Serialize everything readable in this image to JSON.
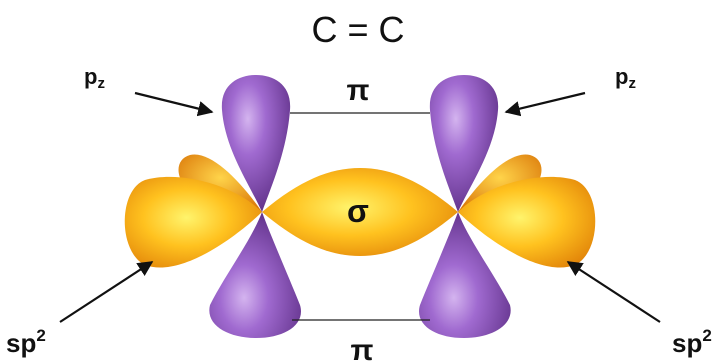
{
  "diagram": {
    "title": "C = C",
    "pi_top": "π",
    "pi_bottom": "π",
    "sigma": "σ",
    "pz_left": "p",
    "pz_left_sub": "z",
    "pz_right": "p",
    "pz_right_sub": "z",
    "sp2_left": "sp",
    "sp2_left_sup": "2",
    "sp2_right": "sp",
    "sp2_right_sup": "2"
  },
  "colors": {
    "p_orbital": "#9a5bc6",
    "p_orbital_light": "#c9a3e6",
    "p_orbital_dark": "#5e2f86",
    "sp2_orbital": "#f6ae1c",
    "sp2_orbital_light": "#fff26a",
    "sp2_orbital_dark": "#d97a05",
    "text": "#111111"
  }
}
